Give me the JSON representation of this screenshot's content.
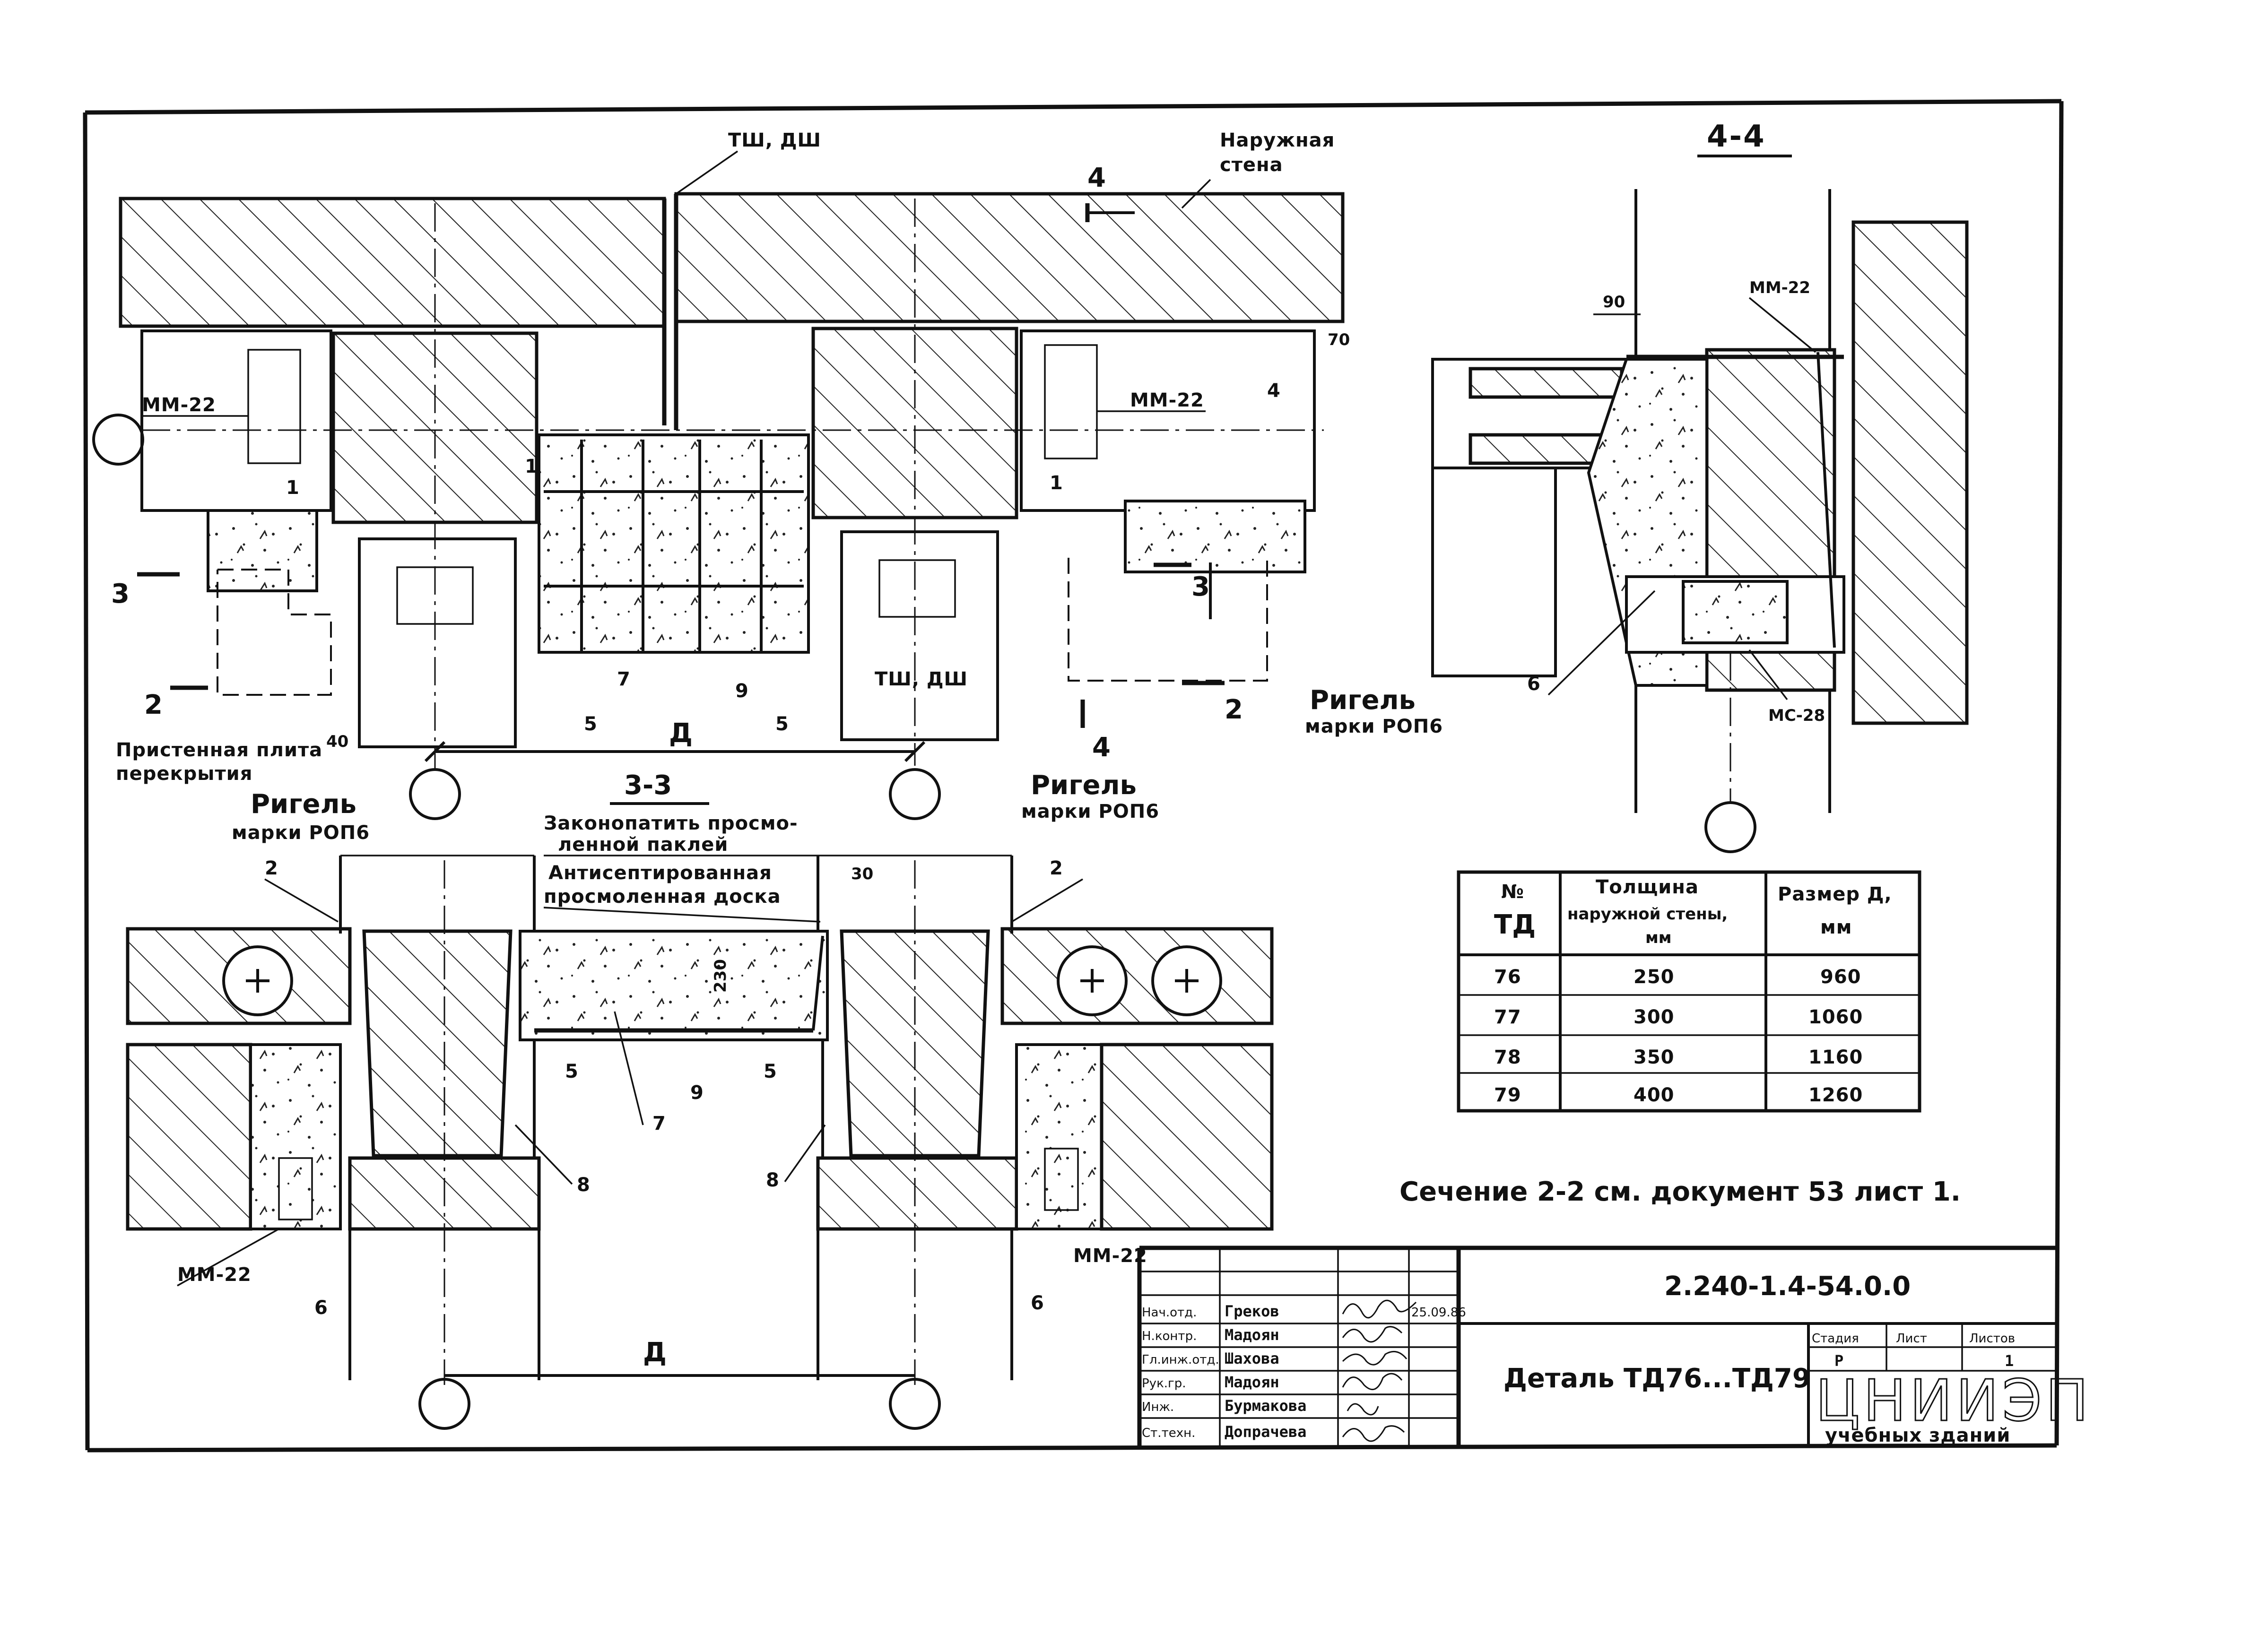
{
  "plan": {
    "top_labels": {
      "joint": "ТШ, ДШ",
      "outer_wall_line1": "Наружная",
      "outer_wall_line2": "стена"
    },
    "cut_4": "4",
    "cut_3": "3",
    "cut_2": "2",
    "anchor_left": "ММ-22",
    "anchor_right": "ММ-22",
    "dim_70": "70",
    "dim_40": "40",
    "dim_D": "Д",
    "callouts": {
      "n1a": "1",
      "n1b": "1",
      "n1c": "1",
      "n4": "4",
      "n5a": "5",
      "n5b": "5",
      "n7": "7",
      "n9": "9"
    },
    "joint_bottom": "ТШ, ДШ",
    "slab_line1": "Пристенная плита",
    "slab_line2": "перекрытия",
    "beam_left_line1": "Ригель",
    "beam_left_line2": "марки РОП6",
    "beam_mid_line1": "Ригель",
    "beam_mid_line2": "марки РОП6",
    "beam_right_line1": "Ригель",
    "beam_right_line2": "марки РОП6"
  },
  "section44": {
    "title": "4-4",
    "dim_90": "90",
    "anchor_top": "ММ-22",
    "anchor_bottom": "МС-28",
    "callout_6": "6"
  },
  "section33": {
    "title": "3-3",
    "note1_line1": "Законопатить просмо-",
    "note1_line2": "ленной паклей",
    "note2_line1": "Антисептированная",
    "note2_line2": "просмоленная доска",
    "dim_30": "30",
    "dim_230": "230",
    "callouts": {
      "n2a": "2",
      "n2b": "2",
      "n5a": "5",
      "n5b": "5",
      "n7": "7",
      "n8a": "8",
      "n8b": "8",
      "n9": "9",
      "n6a": "6",
      "n6b": "6"
    },
    "anchor_left": "ММ-22",
    "anchor_right": "ММ-22",
    "dim_D": "Д"
  },
  "table": {
    "headers": [
      [
        "№",
        "ТД"
      ],
      [
        "Толщина",
        "наружной стены,",
        "мм"
      ],
      [
        "Размер Д,",
        "мм"
      ]
    ],
    "rows": [
      [
        "76",
        "250",
        "960"
      ],
      [
        "77",
        "300",
        "1060"
      ],
      [
        "78",
        "350",
        "1160"
      ],
      [
        "79",
        "400",
        "1260"
      ]
    ]
  },
  "section_note": "Сечение 2-2 см. документ 53 лист 1.",
  "title_block": {
    "doc_code": "2.240-1.4-54.0.0",
    "drawing_title": "Деталь ТД76...ТД79",
    "stage_header": "Стадия",
    "sheet_header": "Лист",
    "sheets_header": "Листов",
    "stage": "Р",
    "sheets": "1",
    "org_line1": "ЦНИИЭП",
    "org_line2": "учебных зданий",
    "date": "25.09.86",
    "staff": [
      {
        "role": "Нач.отд.",
        "name": "Греков"
      },
      {
        "role": "Н.контр.",
        "name": "Мадоян"
      },
      {
        "role": "Гл.инж.отд.",
        "name": "Шахова"
      },
      {
        "role": "Рук.гр.",
        "name": "Мадоян"
      },
      {
        "role": "Инж.",
        "name": "Бурмакова"
      },
      {
        "role": "Ст.техн.",
        "name": "Допрачева"
      }
    ]
  }
}
